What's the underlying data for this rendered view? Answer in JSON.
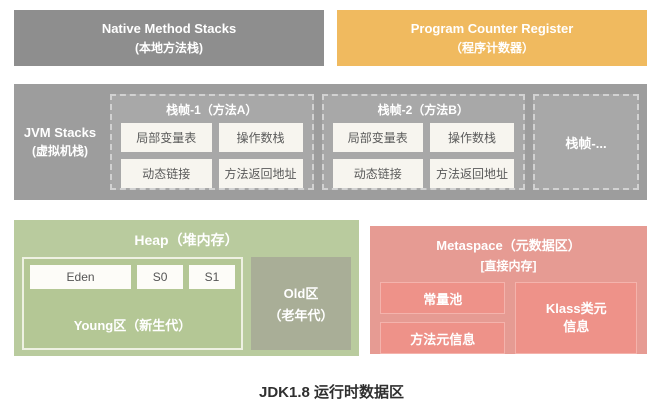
{
  "title": "JDK1.8 运行时数据区",
  "native_stack": {
    "line1": "Native Method Stacks",
    "line2": "(本地方法栈)"
  },
  "pc_register": {
    "line1": "Program Counter Register",
    "line2": "（程序计数器）"
  },
  "jvm_stacks": {
    "label_line1": "JVM Stacks",
    "label_line2": "(虚拟机栈)",
    "frames": [
      {
        "title": "栈帧-1（方法A）",
        "cells": [
          "局部变量表",
          "操作数栈",
          "动态链接",
          "方法返回地址"
        ]
      },
      {
        "title": "栈帧-2（方法B）",
        "cells": [
          "局部变量表",
          "操作数栈",
          "动态链接",
          "方法返回地址"
        ]
      }
    ],
    "more_frame": "栈帧-..."
  },
  "heap": {
    "title": "Heap（堆内存）",
    "young": {
      "label": "Young区（新生代）",
      "cells": [
        "Eden",
        "S0",
        "S1"
      ]
    },
    "old": {
      "line1": "Old区",
      "line2": "（老年代）"
    }
  },
  "metaspace": {
    "title": "Metaspace（元数据区）",
    "subtitle": "[直接内存]",
    "cells": [
      "常量池",
      "方法元信息"
    ],
    "klass_line1": "Klass类元",
    "klass_line2": "信息"
  },
  "colors": {
    "gray": "#8e8e8e",
    "orange": "#f0ba5f",
    "jvm_gray": "#9d9d9d",
    "heap_green": "#b9cb9e",
    "old_green": "#a9ae97",
    "metaspace_red": "#e69b93",
    "inner_red": "#ee9289"
  }
}
